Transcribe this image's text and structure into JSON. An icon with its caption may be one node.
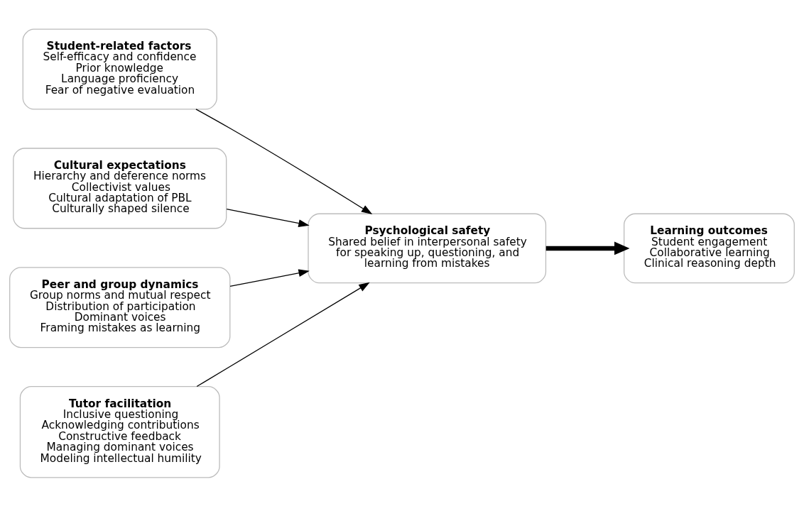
{
  "diagram": {
    "nodes": [
      {
        "text": [
          "Student-related factors",
          "Self-efficacy and confidence",
          "Prior knowledge",
          "Language proficiency",
          "Fear of negative evaluation"
        ]
      },
      {
        "text": [
          "Cultural expectations",
          "Hierarchy and deference norms",
          "Collectivist values",
          "Cultural adaptation of PBL",
          "Culturally shaped silence"
        ]
      },
      {
        "text": [
          "Psychological safety",
          "Shared belief in interpersonal safety for speaking up, questioning, and learning from mistakes"
        ]
      },
      {
        "text": [
          "Learning outcomes",
          "Student engagement",
          "Collaborative learning",
          "Clinical reasoning depth"
        ]
      },
      {
        "text": [
          "Peer and group dynamics",
          "Group norms and mutual respect",
          "Distribution of participation",
          "Dominant voices",
          "Framing mistakes as learning"
        ]
      },
      {
        "text": [
          "Tutor facilitation",
          "Inclusive questioning",
          "Acknowledging contributions",
          "Constructive feedback",
          "Managing dominant voices",
          "Modeling intellectual humility"
        ]
      }
    ],
    "edges": [
      {
        "from": 0,
        "to": 2,
        "arrow": "to"
      },
      {
        "from": 1,
        "to": 2,
        "arrow": "to"
      },
      {
        "from": 4,
        "to": 2,
        "arrow": "to"
      },
      {
        "from": 5,
        "to": 2,
        "arrow": "to"
      },
      {
        "from": 2,
        "to": 3,
        "arrow": "to",
        "style": "thick"
      }
    ]
  }
}
